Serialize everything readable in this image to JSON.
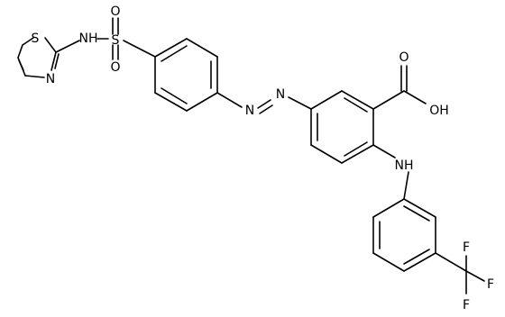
{
  "molecule": {
    "atoms": [
      {
        "label": "S",
        "name": "thiazole-sulfur"
      },
      {
        "label": "N",
        "name": "thiazole-nitrogen"
      },
      {
        "label": "NH",
        "name": "sulfonamide-nh"
      },
      {
        "label": "S",
        "name": "sulfonyl-sulfur"
      },
      {
        "label": "O",
        "name": "sulfonyl-oxygen-top"
      },
      {
        "label": "O",
        "name": "sulfonyl-oxygen-bottom"
      },
      {
        "label": "N",
        "name": "azo-nitrogen-1"
      },
      {
        "label": "N",
        "name": "azo-nitrogen-2"
      },
      {
        "label": "O",
        "name": "carbonyl-oxygen"
      },
      {
        "label": "OH",
        "name": "hydroxyl"
      },
      {
        "label": "NH",
        "name": "amine-nh"
      },
      {
        "label": "F",
        "name": "fluorine-top"
      },
      {
        "label": "F",
        "name": "fluorine-right"
      },
      {
        "label": "F",
        "name": "fluorine-bottom"
      }
    ]
  }
}
